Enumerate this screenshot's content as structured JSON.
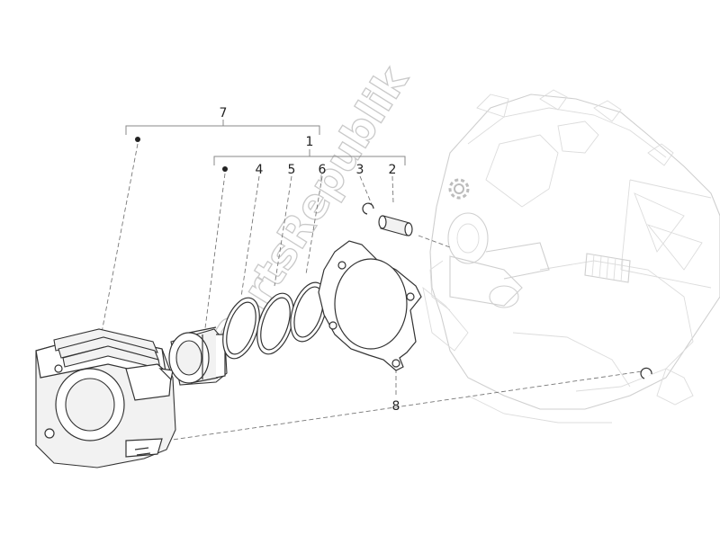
{
  "callouts": {
    "c1": "1",
    "c2": "2",
    "c3": "3",
    "c4": "4",
    "c5": "5",
    "c6": "6",
    "c7": "7",
    "c8": "8"
  },
  "watermark": {
    "text": "PartsRepublik",
    "icon": "gear-icon"
  },
  "colors": {
    "line": "#333333",
    "ghost": "#cfcfcf",
    "watermark": "#c9c9c9"
  }
}
